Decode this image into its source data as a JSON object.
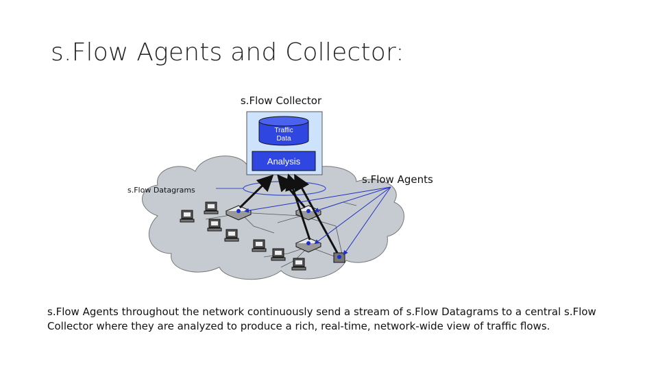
{
  "slide": {
    "title": "s.Flow Agents and Collector:",
    "caption_line1": "s.Flow Agents throughout the network continuously send a stream of s.Flow Datagrams to a central s.Flow",
    "caption_line2": "Collector where they are analyzed to produce a rich, real-time, network-wide view of traffic flows."
  },
  "diagram": {
    "collector_label": "s.Flow Collector",
    "database_label_line1": "Traffic",
    "database_label_line2": "Data",
    "analysis_label": "Analysis",
    "agents_label": "s.Flow Agents",
    "datagrams_label": "s.Flow Datagrams",
    "colors": {
      "collector_box": "#cde3fb",
      "analysis_box": "#2f47e0",
      "database": "#2f47e0",
      "cloud": "#c6cbd1",
      "agent_dot": "#1b2fd0",
      "datagram_ring": "#3a4fc8"
    }
  }
}
